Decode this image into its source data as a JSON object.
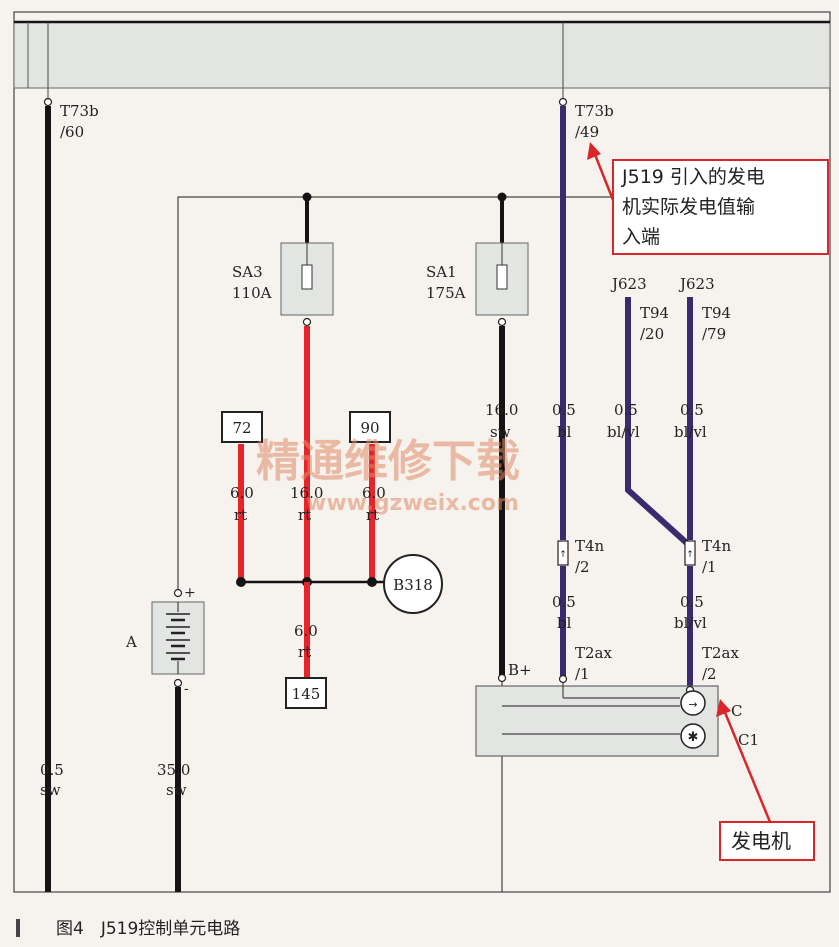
{
  "connectors": {
    "t73b_60": {
      "name": "T73b",
      "pin": "/60"
    },
    "t73b_49": {
      "name": "T73b",
      "pin": "/49"
    },
    "j623_a": {
      "name": "J623",
      "conn": "T94",
      "pin": "/20"
    },
    "j623_b": {
      "name": "J623",
      "conn": "T94",
      "pin": "/79"
    },
    "t4n_2": {
      "name": "T4n",
      "pin": "/2"
    },
    "t4n_1": {
      "name": "T4n",
      "pin": "/1"
    },
    "t2ax_1": {
      "name": "T2ax",
      "pin": "/1"
    },
    "t2ax_2": {
      "name": "T2ax",
      "pin": "/2"
    }
  },
  "fuses": {
    "sa3": {
      "name": "SA3",
      "rating": "110A"
    },
    "sa1": {
      "name": "SA1",
      "rating": "175A"
    }
  },
  "wires": {
    "w_left": {
      "size": "0.5",
      "color": "sw"
    },
    "w_battery": {
      "size": "35.0",
      "color": "sw"
    },
    "w_sa1": {
      "size": "16.0",
      "color": "sw"
    },
    "w_bl_top": {
      "size": "0.5",
      "color": "bl"
    },
    "w_blvl_a": {
      "size": "0.5",
      "color": "bl/vl"
    },
    "w_blvl_b": {
      "size": "0.5",
      "color": "bl/vl"
    },
    "w_rt_left": {
      "size": "6.0",
      "color": "rt"
    },
    "w_rt_mid": {
      "size": "16.0",
      "color": "rt"
    },
    "w_rt_right": {
      "size": "6.0",
      "color": "rt"
    },
    "w_rt_bottom": {
      "size": "6.0",
      "color": "rt"
    },
    "w_bl_low": {
      "size": "0.5",
      "color": "bl"
    },
    "w_blvl_low": {
      "size": "0.5",
      "color": "bl/vl"
    }
  },
  "boxes": {
    "b72": "72",
    "b90": "90",
    "b145": "145"
  },
  "ground": "B318",
  "battery_label": "A",
  "generator": {
    "bplus": "B+",
    "c": "C",
    "c1": "C1"
  },
  "callouts": {
    "input_text": [
      "J519 引入的发电",
      "机实际发电值输",
      "入端"
    ],
    "generator_text": "发电机"
  },
  "watermark": {
    "cn": "精通维修下载",
    "url": "www.gzweix.com"
  },
  "caption": "图4　J519控制单元电路",
  "colors": {
    "black_wire": "#141414",
    "red_wire": "#e8242b",
    "purple_wire": "#3c2a6e",
    "callout_red": "#d9262b",
    "bus_fill": "#e3e5e3"
  }
}
